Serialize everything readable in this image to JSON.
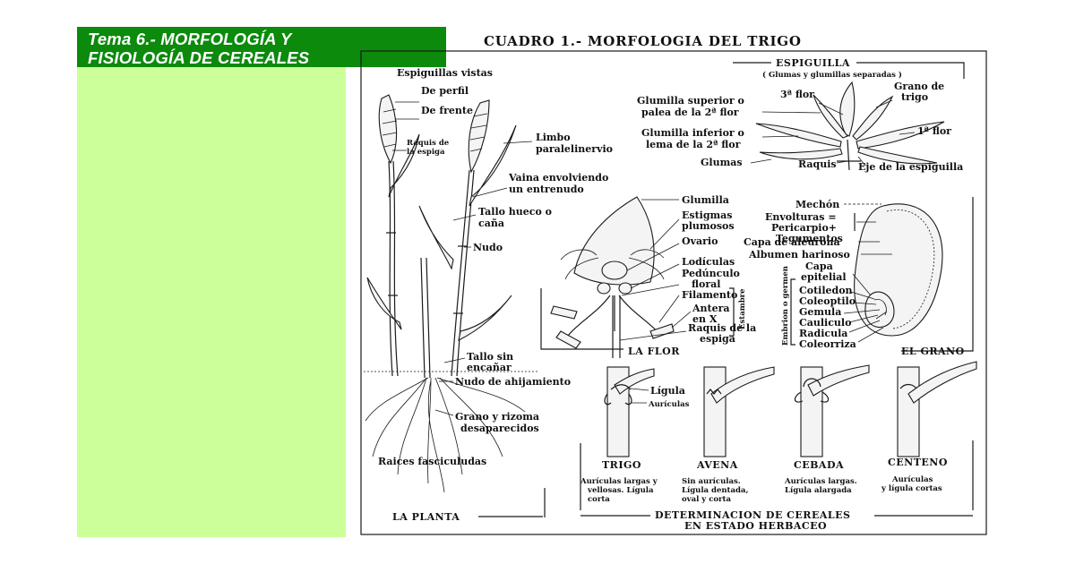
{
  "slide": {
    "title_line1": "Tema 6.- MORFOLOGÍA Y",
    "title_line2": "FISIOLOGÍA DE CEREALES"
  },
  "figure": {
    "heading": "CUADRO 1.- MORFOLOGIA DEL TRIGO",
    "planta": {
      "espiguillas_vistas": "Espiguillas vistas",
      "de_perfil": "De perfil",
      "de_frente": "De frente",
      "raquis_line1": "Raquis de",
      "raquis_line2": "la espiga",
      "limbo_line1": "Limbo",
      "limbo_line2": "paralelinervio",
      "vaina_line1": "Vaina envolviendo",
      "vaina_line2": "un entrenudo",
      "tallo_hueco_line1": "Tallo hueco o",
      "tallo_hueco_line2": "caña",
      "nudo": "Nudo",
      "tallo_sin_line1": "Tallo sin",
      "tallo_sin_line2": "encañar",
      "nudo_ahijamiento": "Nudo de ahijamiento",
      "grano_rizoma_line1": "Grano y rizoma",
      "grano_rizoma_line2": "desaparecidos",
      "raices": "Raices fasciculudas",
      "caption": "LA PLANTA"
    },
    "espiguilla": {
      "caption": "ESPIGUILLA",
      "subtitle": "( Glumas y glumillas separadas )",
      "tercera_flor": "3ª flor",
      "grano_line1": "Grano de",
      "grano_line2": "trigo",
      "glumilla_sup_line1": "Glumilla superior o",
      "glumilla_sup_line2": "palea de la 2ª flor",
      "glumilla_inf_line1": "Glumilla inferior o",
      "glumilla_inf_line2": "lema de la 2ª flor",
      "primera_flor": "1ª flor",
      "glumas": "Glumas",
      "raquis": "Raquis",
      "eje": "Eje de la espiguilla"
    },
    "flor": {
      "glumilla": "Glumilla",
      "estigmas_line1": "Estigmas",
      "estigmas_line2": "plumosos",
      "ovario": "Ovario",
      "lodiculas": "Lodículas",
      "pedunculo_line1": "Pedúnculo",
      "pedunculo_line2": "floral",
      "filamento": "Filamento",
      "antera_line1": "Antera",
      "antera_line2": "en X",
      "estambre": "Estambre",
      "raquis_line1": "Raquis de la",
      "raquis_line2": "espiga",
      "caption": "LA FLOR"
    },
    "grano": {
      "mechon": "Mechón",
      "envolturas_line1": "Envolturas =",
      "envolturas_line2": "Pericarpio+",
      "envolturas_line3": "Tegumentos",
      "aleurona": "Capa de aleurona",
      "albumen": "Albumen harinoso",
      "capa_line1": "Capa",
      "capa_line2": "epitelial",
      "embrion": "Embrion o germen",
      "cotiledon": "Cotiledon",
      "coleoptilo": "Coleoptilo",
      "gemula": "Gemula",
      "cauliculo": "Cauliculo",
      "radicula": "Radicula",
      "coleorriza": "Coleorriza",
      "caption": "EL GRANO"
    },
    "herbaceo": {
      "ligula": "Lígula",
      "auriculas": "Aurículas",
      "trigo": "TRIGO",
      "trigo_desc_line1": "Aurículas largas y",
      "trigo_desc_line2": "vellosas. Lígula",
      "trigo_desc_line3": "corta",
      "avena": "AVENA",
      "avena_desc_line1": "Sin aurículas.",
      "avena_desc_line2": "Lígula dentada,",
      "avena_desc_line3": "oval y corta",
      "cebada": "CEBADA",
      "cebada_desc_line1": "Aurículas largas.",
      "cebada_desc_line2": "Lígula alargada",
      "centeno": "CENTENO",
      "centeno_desc_line1": "Aurículas",
      "centeno_desc_line2": "y lígula cortas",
      "caption_line1": "DETERMINACION DE CEREALES",
      "caption_line2": "EN ESTADO HERBACEO"
    }
  }
}
